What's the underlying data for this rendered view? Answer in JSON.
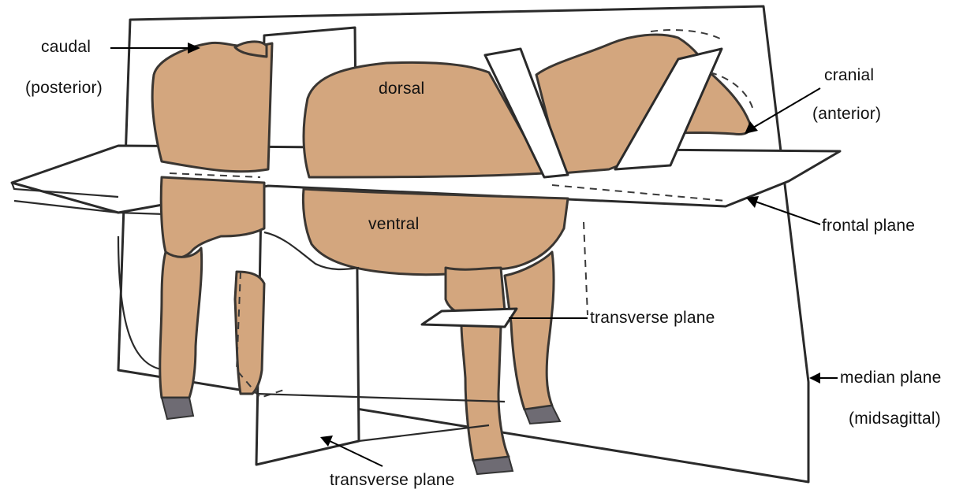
{
  "labels": {
    "caudal": "caudal",
    "posterior": "(posterior)",
    "dorsal": "dorsal",
    "cranial": "cranial",
    "anterior": "(anterior)",
    "ventral": "ventral",
    "frontal_plane": "frontal  plane",
    "transverse_plane_mid": "transverse plane",
    "median_plane": "median  plane",
    "midsagittal": "(midsagittal)",
    "transverse_plane_bottom": "transverse  plane"
  },
  "colors": {
    "animal_fill": "#d3a67e",
    "outline": "#2a2a2a",
    "hoof": "#6e6b73",
    "background": "#ffffff"
  }
}
